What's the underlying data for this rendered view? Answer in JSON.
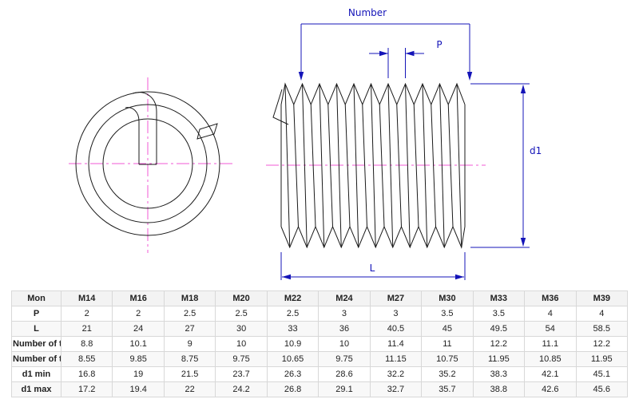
{
  "drawing": {
    "labels": {
      "number": "Number",
      "p": "P",
      "d1": "d1",
      "l": "L"
    },
    "colors": {
      "line": "#1a1a1a",
      "dimension": "#1414b8",
      "centerline": "#f05ad5"
    }
  },
  "table": {
    "header": [
      "Mon",
      "M14",
      "M16",
      "M18",
      "M20",
      "M22",
      "M24",
      "M27",
      "M30",
      "M33",
      "M36",
      "M39"
    ],
    "rows": [
      {
        "label": "P",
        "values": [
          "2",
          "2",
          "2.5",
          "2.5",
          "2.5",
          "3",
          "3",
          "3.5",
          "3.5",
          "4",
          "4"
        ]
      },
      {
        "label": "L",
        "values": [
          "21",
          "24",
          "27",
          "30",
          "33",
          "36",
          "40.5",
          "45",
          "49.5",
          "54",
          "58.5"
        ]
      },
      {
        "label": "Number of t...",
        "values": [
          "8.8",
          "10.1",
          "9",
          "10",
          "10.9",
          "10",
          "11.4",
          "11",
          "12.2",
          "11.1",
          "12.2"
        ]
      },
      {
        "label": "Number of t...",
        "values": [
          "8.55",
          "9.85",
          "8.75",
          "9.75",
          "10.65",
          "9.75",
          "11.15",
          "10.75",
          "11.95",
          "10.85",
          "11.95"
        ]
      },
      {
        "label": "d1 min",
        "values": [
          "16.8",
          "19",
          "21.5",
          "23.7",
          "26.3",
          "28.6",
          "32.2",
          "35.2",
          "38.3",
          "42.1",
          "45.1"
        ]
      },
      {
        "label": "d1 max",
        "values": [
          "17.2",
          "19.4",
          "22",
          "24.2",
          "26.8",
          "29.1",
          "32.7",
          "35.7",
          "38.8",
          "42.6",
          "45.6"
        ]
      }
    ]
  }
}
